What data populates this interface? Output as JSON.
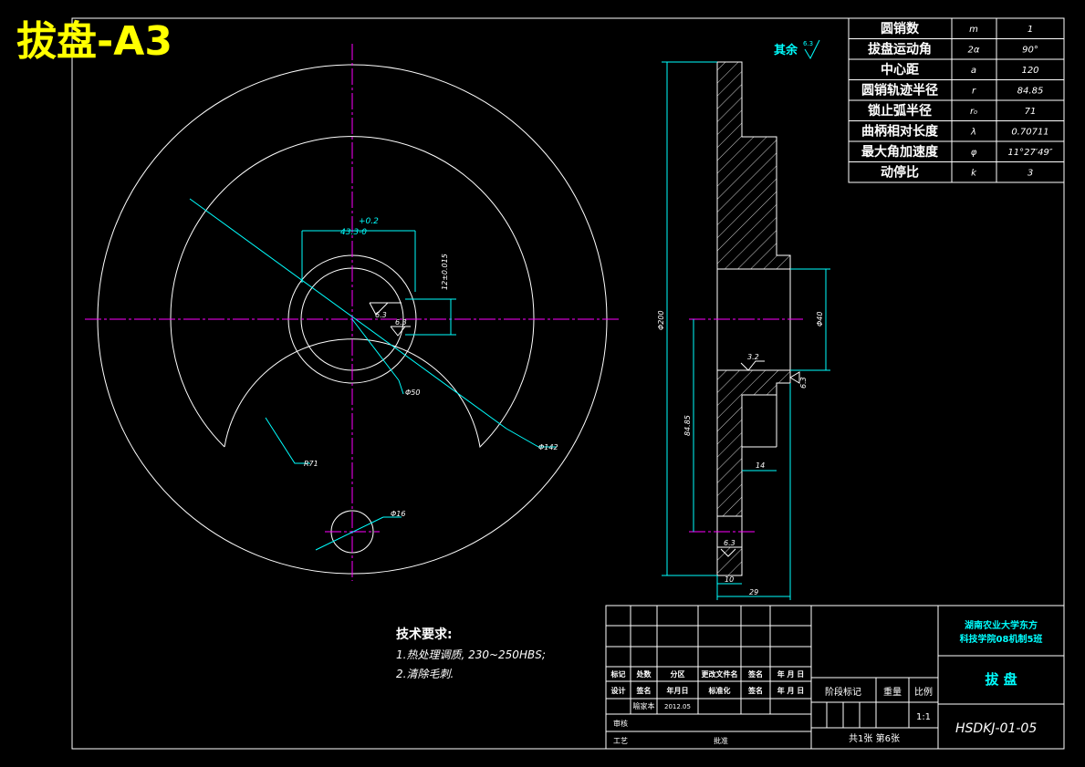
{
  "title": "拔盘-A3",
  "surface_note": {
    "label": "其余",
    "value": "6.3"
  },
  "params": [
    {
      "name": "圆销数",
      "symbol": "m",
      "value": "1"
    },
    {
      "name": "拔盘运动角",
      "symbol": "2α",
      "value": "90°"
    },
    {
      "name": "中心距",
      "symbol": "a",
      "value": "120"
    },
    {
      "name": "圆销轨迹半径",
      "symbol": "r",
      "value": "84.85"
    },
    {
      "name": "锁止弧半径",
      "symbol": "r₀",
      "value": "71"
    },
    {
      "name": "曲柄相对长度",
      "symbol": "λ",
      "value": "0.70711"
    },
    {
      "name": "最大角加速度",
      "symbol": "φ",
      "value": "11°27′49″"
    },
    {
      "name": "动停比",
      "symbol": "k",
      "value": "3"
    }
  ],
  "front_dims": {
    "keyway_width": "43.3-0",
    "keyway_tol": "+0.2",
    "bore_dim": "12±0.015",
    "ra_bore": "6.3",
    "ra_key": "6.3",
    "d50": "Φ50",
    "d142": "Φ142",
    "r71": "R71",
    "d16": "Φ16"
  },
  "side_dims": {
    "d200": "Φ200",
    "d40": "Φ40",
    "r8485": "84.85",
    "t14": "14",
    "t10": "10",
    "t29": "29",
    "ra_side": "6.3",
    "ra_face": "3.2",
    "ra_boss": "6.3"
  },
  "tech_req": {
    "heading": "技术要求:",
    "line1": "1.热处理调质, 230~250HBS;",
    "line2": "2.清除毛刺."
  },
  "title_block": {
    "school_1": "湖南农业大学东方",
    "school_2": "科技学院08机制5班",
    "part_name": "拔 盘",
    "drawing_no": "HSDKJ-01-05",
    "scale_label": "比例",
    "scale": "1:1",
    "weight_label": "重量",
    "stage_label": "阶段标记",
    "sheets": "共1张 第6张",
    "row_mark": [
      "标记",
      "处数",
      "分区",
      "更改文件名",
      "签名",
      "年 月 日"
    ],
    "row_design": [
      "设计",
      "签名",
      "年月日",
      "标准化",
      "签名",
      "年 月 日"
    ],
    "designer": "喻家本",
    "date": "2012.05",
    "review": "审核",
    "process": "工艺",
    "approve": "批准"
  }
}
